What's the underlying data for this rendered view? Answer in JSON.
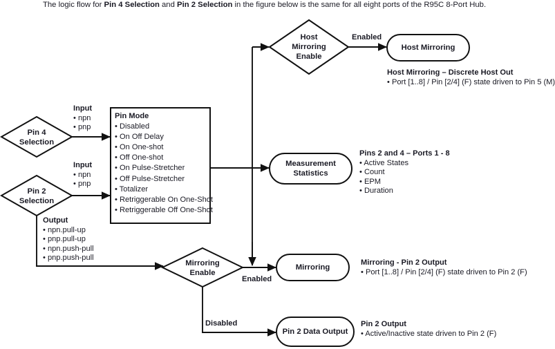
{
  "caption": {
    "part1": "The logic flow for ",
    "bold1": "Pin 4 Selection",
    "part2": " and ",
    "bold2": "Pin 2 Selection",
    "part3": " in the figure below is the same for all eight ports of the R95C 8-Port Hub."
  },
  "colors": {
    "stroke": "#111111",
    "text": "#1a1a24",
    "background": "#ffffff"
  },
  "nodes": {
    "pin4_selection": {
      "label": "Pin 4\nSelection",
      "shape": "diamond"
    },
    "pin2_selection": {
      "label": "Pin 2\nSelection",
      "shape": "diamond"
    },
    "pin_mode": {
      "title": "Pin Mode",
      "shape": "rect"
    },
    "host_mirroring_enable": {
      "label": "Host\nMirroring\nEnable",
      "shape": "diamond"
    },
    "host_mirroring": {
      "label": "Host Mirroring",
      "shape": "rounded"
    },
    "measurement_statistics": {
      "label": "Measurement\nStatistics",
      "shape": "rounded"
    },
    "mirroring_enable": {
      "label": "Mirroring\nEnable",
      "shape": "diamond"
    },
    "mirroring": {
      "label": "Mirroring",
      "shape": "rounded"
    },
    "pin2_data_output": {
      "label": "Pin 2 Data Output",
      "shape": "rounded"
    }
  },
  "pin_mode_items": [
    "Disabled",
    "On Off Delay",
    "On One-shot",
    "Off One-shot",
    "On Pulse-Stretcher",
    "Off Pulse-Stretcher",
    "Totalizer",
    "Retriggerable On One-Shot",
    "Retriggerable Off One-Shot"
  ],
  "annotations": {
    "pin4_input": {
      "heading": "Input",
      "items": [
        "npn",
        "pnp"
      ]
    },
    "pin2_input": {
      "heading": "Input",
      "items": [
        "npn",
        "pnp"
      ]
    },
    "pin2_output": {
      "heading": "Output",
      "items": [
        "npn.pull-up",
        "pnp.pull-up",
        "npn.push-pull",
        "pnp.push-pull"
      ]
    },
    "host_mirroring_desc": {
      "heading": "Host Mirroring – Discrete Host Out",
      "items": [
        "Port [1..8] / Pin [2/4] (F) state driven to Pin 5 (M)"
      ]
    },
    "measurement_desc": {
      "heading": "Pins 2 and 4 – Ports 1 - 8",
      "items": [
        "Active States",
        "Count",
        "EPM",
        "Duration"
      ]
    },
    "mirroring_desc": {
      "heading": "Mirroring - Pin 2 Output",
      "items": [
        "Port [1..8] / Pin [2/4] (F) state driven to Pin 2 (F)"
      ]
    },
    "pin2_output_desc": {
      "heading": "Pin 2 Output",
      "items": [
        "Active/Inactive state driven to Pin 2 (F)"
      ]
    }
  },
  "edge_labels": {
    "host_enabled": "Enabled",
    "mirroring_enabled": "Enabled",
    "mirroring_disabled": "Disabled"
  }
}
